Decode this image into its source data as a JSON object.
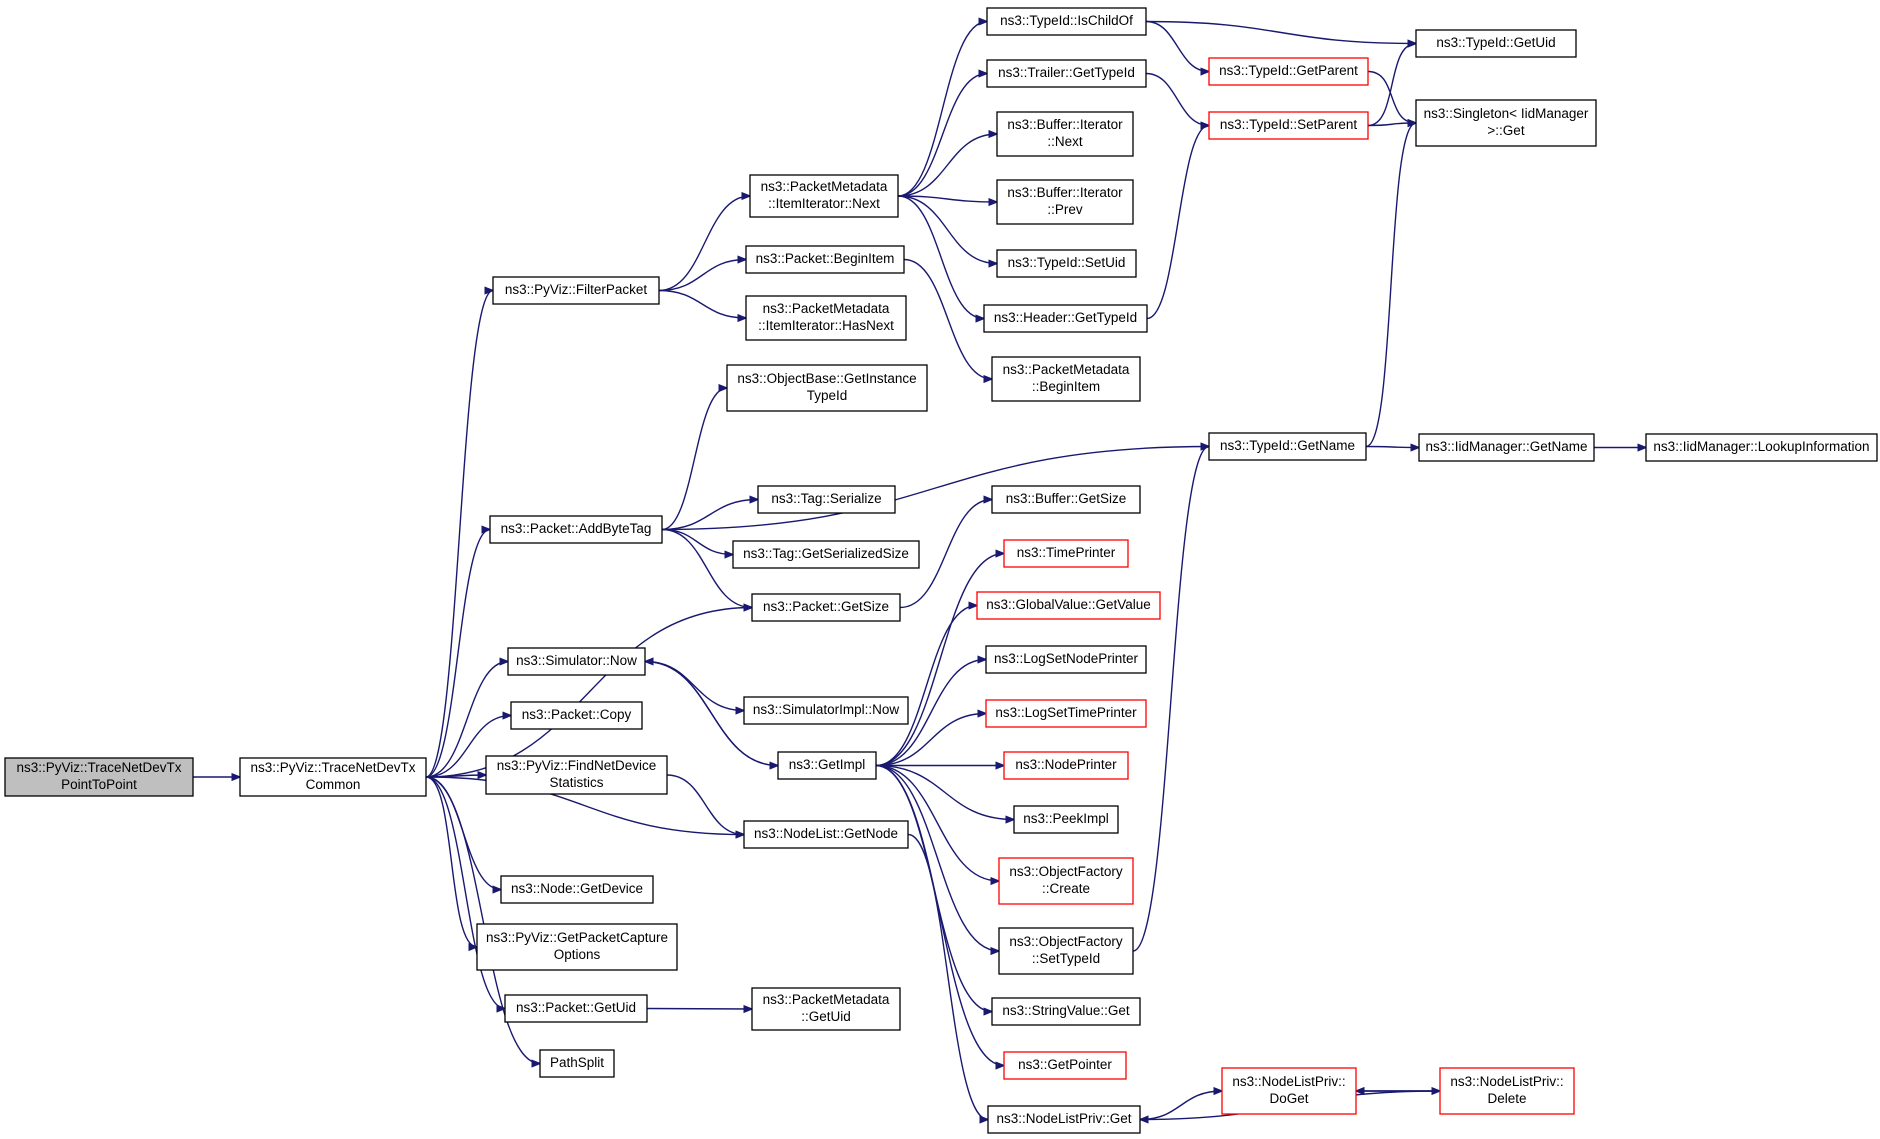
{
  "diagram": {
    "type": "call-graph",
    "nodes": [
      {
        "id": "root",
        "lines": [
          "ns3::PyViz::TraceNetDevTx",
          "PointToPoint"
        ],
        "style": "root"
      },
      {
        "id": "common",
        "lines": [
          "ns3::PyViz::TraceNetDevTx",
          "Common"
        ],
        "style": "normal"
      },
      {
        "id": "filterPacket",
        "lines": [
          "ns3::PyViz::FilterPacket"
        ],
        "style": "normal"
      },
      {
        "id": "addByteTag",
        "lines": [
          "ns3::Packet::AddByteTag"
        ],
        "style": "normal"
      },
      {
        "id": "simNow",
        "lines": [
          "ns3::Simulator::Now"
        ],
        "style": "normal"
      },
      {
        "id": "packetCopy",
        "lines": [
          "ns3::Packet::Copy"
        ],
        "style": "normal"
      },
      {
        "id": "findNetDev",
        "lines": [
          "ns3::PyViz::FindNetDevice",
          "Statistics"
        ],
        "style": "normal"
      },
      {
        "id": "nodeGetDevice",
        "lines": [
          "ns3::Node::GetDevice"
        ],
        "style": "normal"
      },
      {
        "id": "getPacketCapture",
        "lines": [
          "ns3::PyViz::GetPacketCapture",
          "Options"
        ],
        "style": "normal"
      },
      {
        "id": "packetGetUid",
        "lines": [
          "ns3::Packet::GetUid"
        ],
        "style": "normal"
      },
      {
        "id": "pathSplit",
        "lines": [
          "PathSplit"
        ],
        "style": "normal"
      },
      {
        "id": "pmNext",
        "lines": [
          "ns3::PacketMetadata",
          "::ItemIterator::Next"
        ],
        "style": "normal"
      },
      {
        "id": "packetBeginItem",
        "lines": [
          "ns3::Packet::BeginItem"
        ],
        "style": "normal"
      },
      {
        "id": "pmHasNext",
        "lines": [
          "ns3::PacketMetadata",
          "::ItemIterator::HasNext"
        ],
        "style": "normal"
      },
      {
        "id": "objBaseGetInstance",
        "lines": [
          "ns3::ObjectBase::GetInstance",
          "TypeId"
        ],
        "style": "normal"
      },
      {
        "id": "tagSerialize",
        "lines": [
          "ns3::Tag::Serialize"
        ],
        "style": "normal"
      },
      {
        "id": "tagGetSerSize",
        "lines": [
          "ns3::Tag::GetSerializedSize"
        ],
        "style": "normal"
      },
      {
        "id": "packetGetSize",
        "lines": [
          "ns3::Packet::GetSize"
        ],
        "style": "normal"
      },
      {
        "id": "simImplNow",
        "lines": [
          "ns3::SimulatorImpl::Now"
        ],
        "style": "normal"
      },
      {
        "id": "getImpl",
        "lines": [
          "ns3::GetImpl"
        ],
        "style": "normal"
      },
      {
        "id": "nodeListGetNode",
        "lines": [
          "ns3::NodeList::GetNode"
        ],
        "style": "normal"
      },
      {
        "id": "pmGetUid",
        "lines": [
          "ns3::PacketMetadata",
          "::GetUid"
        ],
        "style": "normal"
      },
      {
        "id": "typeIdIsChildOf",
        "lines": [
          "ns3::TypeId::IsChildOf"
        ],
        "style": "normal"
      },
      {
        "id": "trailerGetTypeId",
        "lines": [
          "ns3::Trailer::GetTypeId"
        ],
        "style": "normal"
      },
      {
        "id": "bufIterNext",
        "lines": [
          "ns3::Buffer::Iterator",
          "::Next"
        ],
        "style": "normal"
      },
      {
        "id": "bufIterPrev",
        "lines": [
          "ns3::Buffer::Iterator",
          "::Prev"
        ],
        "style": "normal"
      },
      {
        "id": "typeIdSetUid",
        "lines": [
          "ns3::TypeId::SetUid"
        ],
        "style": "normal"
      },
      {
        "id": "headerGetTypeId",
        "lines": [
          "ns3::Header::GetTypeId"
        ],
        "style": "normal"
      },
      {
        "id": "pmBeginItem",
        "lines": [
          "ns3::PacketMetadata",
          "::BeginItem"
        ],
        "style": "normal"
      },
      {
        "id": "bufferGetSize",
        "lines": [
          "ns3::Buffer::GetSize"
        ],
        "style": "normal"
      },
      {
        "id": "timePrinter",
        "lines": [
          "ns3::TimePrinter"
        ],
        "style": "red"
      },
      {
        "id": "globalValueGetValue",
        "lines": [
          "ns3::GlobalValue::GetValue"
        ],
        "style": "red"
      },
      {
        "id": "logSetNodePrinter",
        "lines": [
          "ns3::LogSetNodePrinter"
        ],
        "style": "normal"
      },
      {
        "id": "logSetTimePrinter",
        "lines": [
          "ns3::LogSetTimePrinter"
        ],
        "style": "red"
      },
      {
        "id": "nodePrinter",
        "lines": [
          "ns3::NodePrinter"
        ],
        "style": "red"
      },
      {
        "id": "peekImpl",
        "lines": [
          "ns3::PeekImpl"
        ],
        "style": "normal"
      },
      {
        "id": "objFactoryCreate",
        "lines": [
          "ns3::ObjectFactory",
          "::Create"
        ],
        "style": "red"
      },
      {
        "id": "objFactorySetTypeId",
        "lines": [
          "ns3::ObjectFactory",
          "::SetTypeId"
        ],
        "style": "normal"
      },
      {
        "id": "stringValueGet",
        "lines": [
          "ns3::StringValue::Get"
        ],
        "style": "normal"
      },
      {
        "id": "getPointer",
        "lines": [
          "ns3::GetPointer"
        ],
        "style": "red"
      },
      {
        "id": "nodeListPrivGet",
        "lines": [
          "ns3::NodeListPriv::Get"
        ],
        "style": "normal"
      },
      {
        "id": "typeIdGetParent",
        "lines": [
          "ns3::TypeId::GetParent"
        ],
        "style": "red"
      },
      {
        "id": "typeIdSetParent",
        "lines": [
          "ns3::TypeId::SetParent"
        ],
        "style": "red"
      },
      {
        "id": "typeIdGetName",
        "lines": [
          "ns3::TypeId::GetName"
        ],
        "style": "normal"
      },
      {
        "id": "nodeListPrivDoGet",
        "lines": [
          "ns3::NodeListPriv::",
          "DoGet"
        ],
        "style": "red"
      },
      {
        "id": "typeIdGetUid",
        "lines": [
          "ns3::TypeId::GetUid"
        ],
        "style": "normal"
      },
      {
        "id": "singletonGet",
        "lines": [
          "ns3::Singleton< IidManager",
          ">::Get"
        ],
        "style": "normal"
      },
      {
        "id": "iidGetName",
        "lines": [
          "ns3::IidManager::GetName"
        ],
        "style": "normal"
      },
      {
        "id": "nodeListPrivDelete",
        "lines": [
          "ns3::NodeListPriv::",
          "Delete"
        ],
        "style": "red"
      },
      {
        "id": "iidLookup",
        "lines": [
          "ns3::IidManager::LookupInformation"
        ],
        "style": "normal"
      }
    ]
  }
}
